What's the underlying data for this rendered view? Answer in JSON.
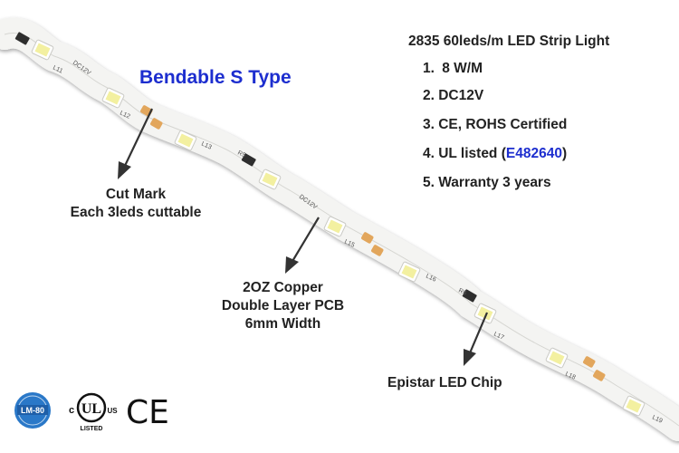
{
  "title": "2835 60leds/m LED Strip Light",
  "specs": {
    "s1_num": "1.",
    "s1_val": "8 W/M",
    "s2": "2. DC12V",
    "s3": "3. CE, ROHS Certified",
    "s4_pre": "4. UL listed (",
    "s4_code": "E482640",
    "s4_post": ")",
    "s5": "5. Warranty 3 years"
  },
  "heading": "Bendable S Type",
  "callouts": {
    "cut_line1": "Cut Mark",
    "cut_line2": "Each 3leds cuttable",
    "copper_line1": "2OZ Copper",
    "copper_line2": "Double Layer PCB",
    "copper_line3": "6mm Width",
    "chip": "Epistar LED Chip"
  },
  "logos": {
    "lm80": "LM-80",
    "ul_c": "c",
    "ul_mark": "UL",
    "ul_us": "US",
    "ul_listed": "LISTED",
    "ce": "CE"
  },
  "pcb_labels": [
    "L11",
    "L12",
    "L13",
    "L15",
    "L16",
    "L17",
    "L18",
    "L19",
    "DC12V",
    "DC12V",
    "R5",
    "R6"
  ],
  "colors": {
    "heading_blue": "#1d2ecf",
    "pcb_white": "#f4f4f2",
    "copper_pad": "#e2a65c",
    "led_yellow": "#f3f0a0",
    "lm80_blue": "#2a78c8"
  }
}
